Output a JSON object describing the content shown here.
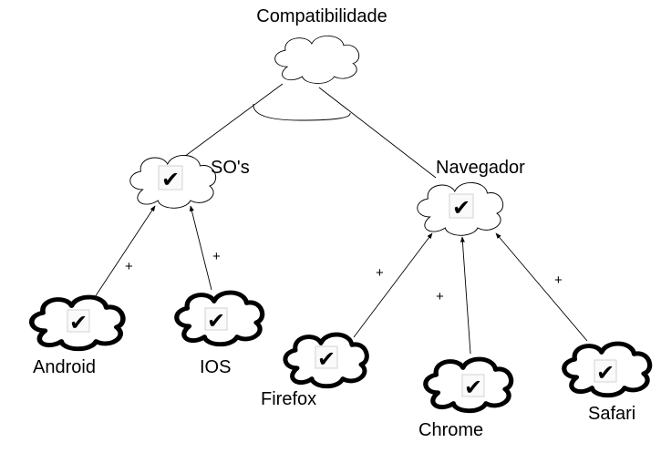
{
  "diagram": {
    "root": {
      "label": "Compatibilidade"
    },
    "nodes": {
      "sos": {
        "label": "SO's",
        "check": "✔"
      },
      "navegador": {
        "label": "Navegador",
        "check": "✔"
      },
      "android": {
        "label": "Android",
        "check": "✔"
      },
      "ios": {
        "label": "IOS",
        "check": "✔"
      },
      "firefox": {
        "label": "Firefox",
        "check": "✔"
      },
      "chrome": {
        "label": "Chrome",
        "check": "✔"
      },
      "safari": {
        "label": "Safari",
        "check": "✔"
      }
    },
    "contribution": "+"
  }
}
